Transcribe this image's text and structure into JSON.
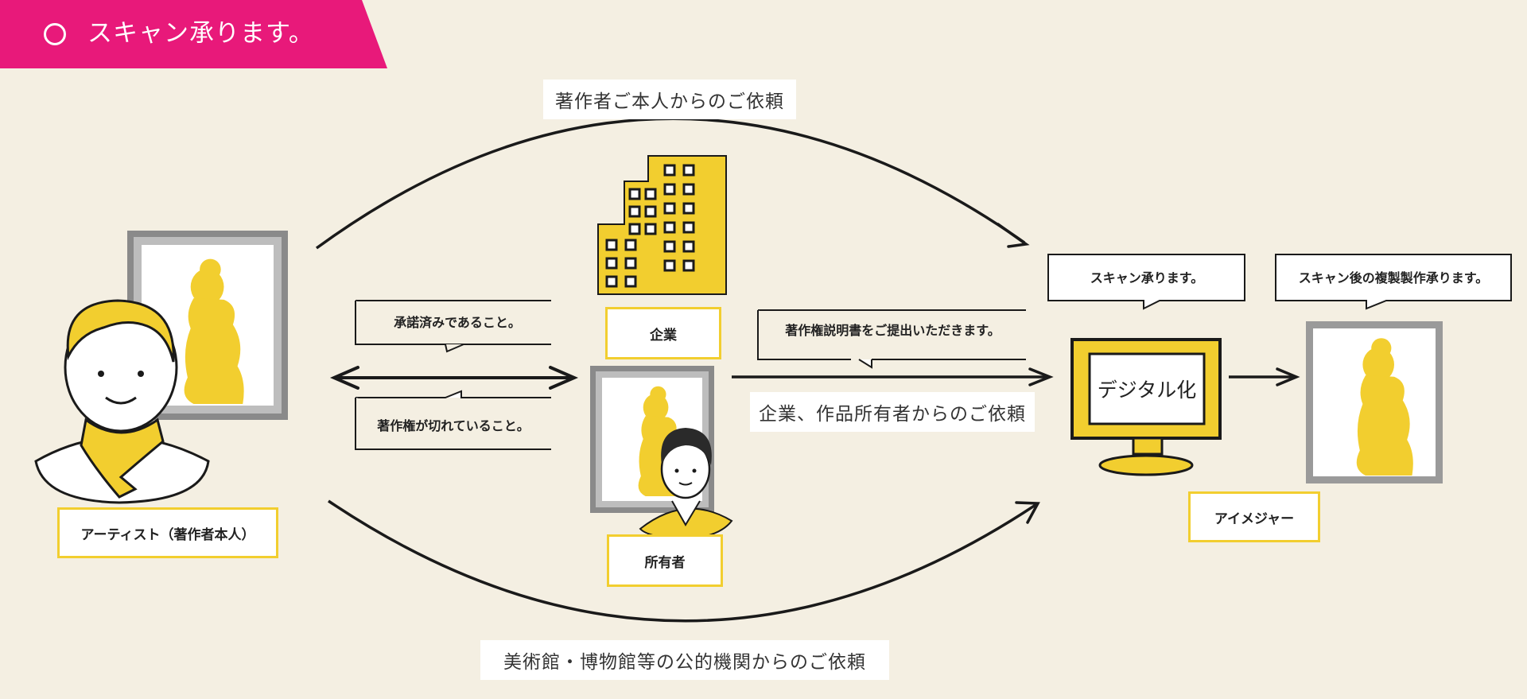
{
  "header": {
    "title": "スキャン承ります。"
  },
  "flows": {
    "top": "著作者ご本人からのご依頼",
    "middle": "企業、作品所有者からのご依頼",
    "bottom": "美術館・博物館等の公的機関からのご依頼"
  },
  "roles": {
    "artist": "アーティスト（著作者本人）",
    "company": "企業",
    "owner": "所有者",
    "imager": "アイメジャー"
  },
  "bubbles": {
    "consent": "承諾済みであること。",
    "expired": "著作権が切れていること。",
    "document": "著作権説明書をご提出いただきます。",
    "scan": "スキャン承ります。",
    "reproduction": "スキャン後の複製製作承ります。"
  },
  "monitor": {
    "label": "デジタル化"
  },
  "colors": {
    "banner": "#e8197a",
    "accent": "#f2ce2f",
    "background": "#f4efe2",
    "line": "#1a1a1a"
  }
}
